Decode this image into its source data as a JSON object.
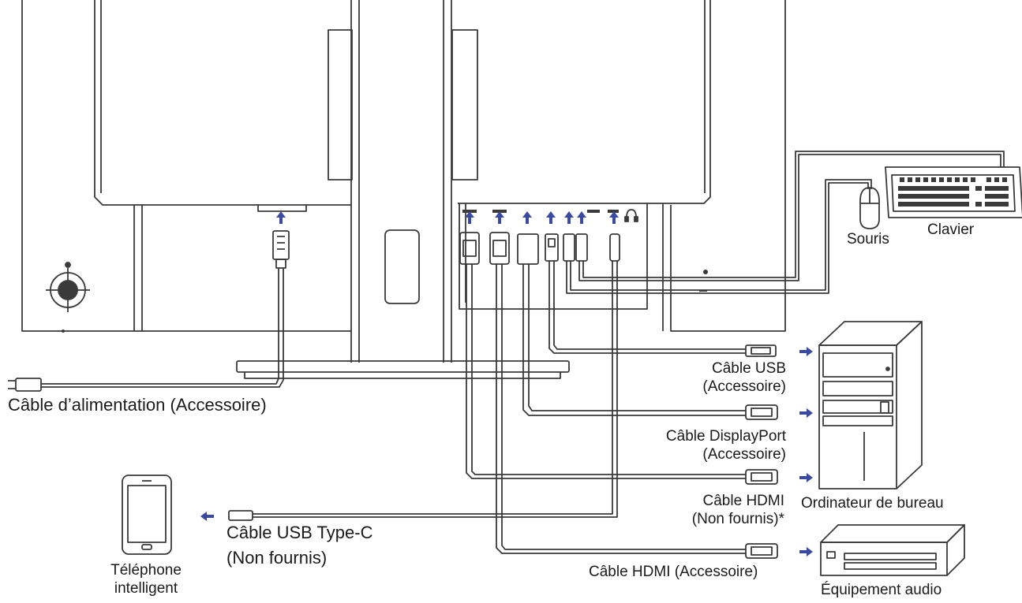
{
  "labels": {
    "power_cable": "Câble d’alimentation (Accessoire)",
    "usb_cable": [
      "Câble USB",
      "(Accessoire)"
    ],
    "displayport_cable": [
      "Câble DisplayPort",
      "(Accessoire)"
    ],
    "hdmi_cable_not_supplied": [
      "Câble HDMI",
      "(Non fournis)*"
    ],
    "hdmi_cable_accessory": "Câble HDMI (Accessoire)",
    "usb_typec_cable": [
      "Câble USB Type-C",
      "(Non fournis)"
    ],
    "mouse": "Souris",
    "keyboard": "Clavier",
    "desktop_computer": "Ordinateur de bureau",
    "audio_equipment": "Équipement audio",
    "smartphone": [
      "Téléphone",
      "intelligent"
    ]
  },
  "colors": {
    "line": "#3a3a3a",
    "arrow": "#3a4aa0",
    "background": "#ffffff"
  },
  "icons": [
    "joystick-icon",
    "headphone-icon",
    "displayport-logo-icon",
    "hdmi-logo-icon",
    "usb-logo-icon"
  ]
}
